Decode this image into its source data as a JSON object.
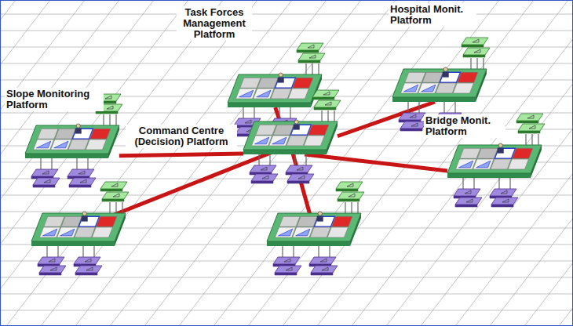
{
  "diagram": {
    "nodes": [
      {
        "text": [
          "Task Forces Management Platform"
        ]
      },
      {
        "text": [
          "Hospital Monit. Platform"
        ]
      },
      {
        "text": [
          "Slope Monitoring Platform"
        ]
      },
      {
        "text": [
          "Command Centre (Decision) Platform"
        ]
      },
      {
        "text": [
          "Bridge Monit. Platform"
        ]
      }
    ],
    "edges": [
      {
        "from": 3,
        "to": 0,
        "arrow": "none"
      },
      {
        "from": 3,
        "to": 1,
        "arrow": "none"
      },
      {
        "from": 3,
        "to": 2,
        "arrow": "none"
      },
      {
        "from": 3,
        "to": 4,
        "arrow": "none"
      }
    ]
  }
}
